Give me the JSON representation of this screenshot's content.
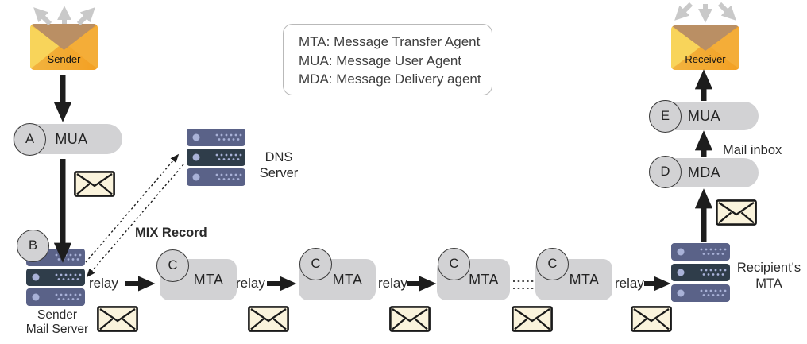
{
  "legend": {
    "lines": [
      "MTA: Message Transfer Agent",
      "MUA: Message User Agent",
      "MDA: Message Delivery agent"
    ]
  },
  "endpoints": {
    "sender": {
      "label": "Sender"
    },
    "receiver": {
      "label": "Receiver"
    }
  },
  "agents": {
    "mua_a": {
      "letter": "A",
      "label": "MUA"
    },
    "mail_server_b": {
      "letter": "B"
    },
    "mda_d": {
      "letter": "D",
      "label": "MDA"
    },
    "mua_e": {
      "letter": "E",
      "label": "MUA"
    }
  },
  "mta_chain": [
    {
      "letter": "C",
      "label": "MTA"
    },
    {
      "letter": "C",
      "label": "MTA"
    },
    {
      "letter": "C",
      "label": "MTA"
    },
    {
      "letter": "C",
      "label": "MTA"
    }
  ],
  "servers": {
    "sender_mail": {
      "line1": "Sender",
      "line2": "Mail Server"
    },
    "dns": {
      "line1": "DNS",
      "line2": "Server"
    },
    "recipient": {
      "line1": "Recipient's",
      "line2": "MTA"
    }
  },
  "relay_labels": [
    "relay",
    "relay",
    "relay",
    "relay"
  ],
  "annotations": {
    "mix_record": "MIX Record",
    "mail_inbox": "Mail inbox"
  },
  "icons": {
    "envelope": "closed-envelope-icon",
    "server_stack": "rack-server-stack-icon",
    "fan_out_arrows": "three-outward-arrows-icon",
    "relay_arrow": "thick-right-arrow-icon",
    "dns_lookup": "dashed-double-arrow-icon"
  },
  "colors": {
    "box_gray": "#d2d2d4",
    "outline_dark": "#3a3a3a",
    "arrow_black": "#1d1d1d",
    "arrow_light_gray": "#c9c9c9",
    "envelope_cream": "#faf3dc",
    "envelope_orange": "#f3a52c",
    "envelope_yellow": "#f6c44e",
    "envelope_flap_tan": "#ba8f64",
    "server_slate": "#5a6288",
    "server_dark": "#2f3d4a",
    "server_dot": "#a9b2d8",
    "legend_border": "#b9b9b9",
    "text_dark": "#262626"
  }
}
